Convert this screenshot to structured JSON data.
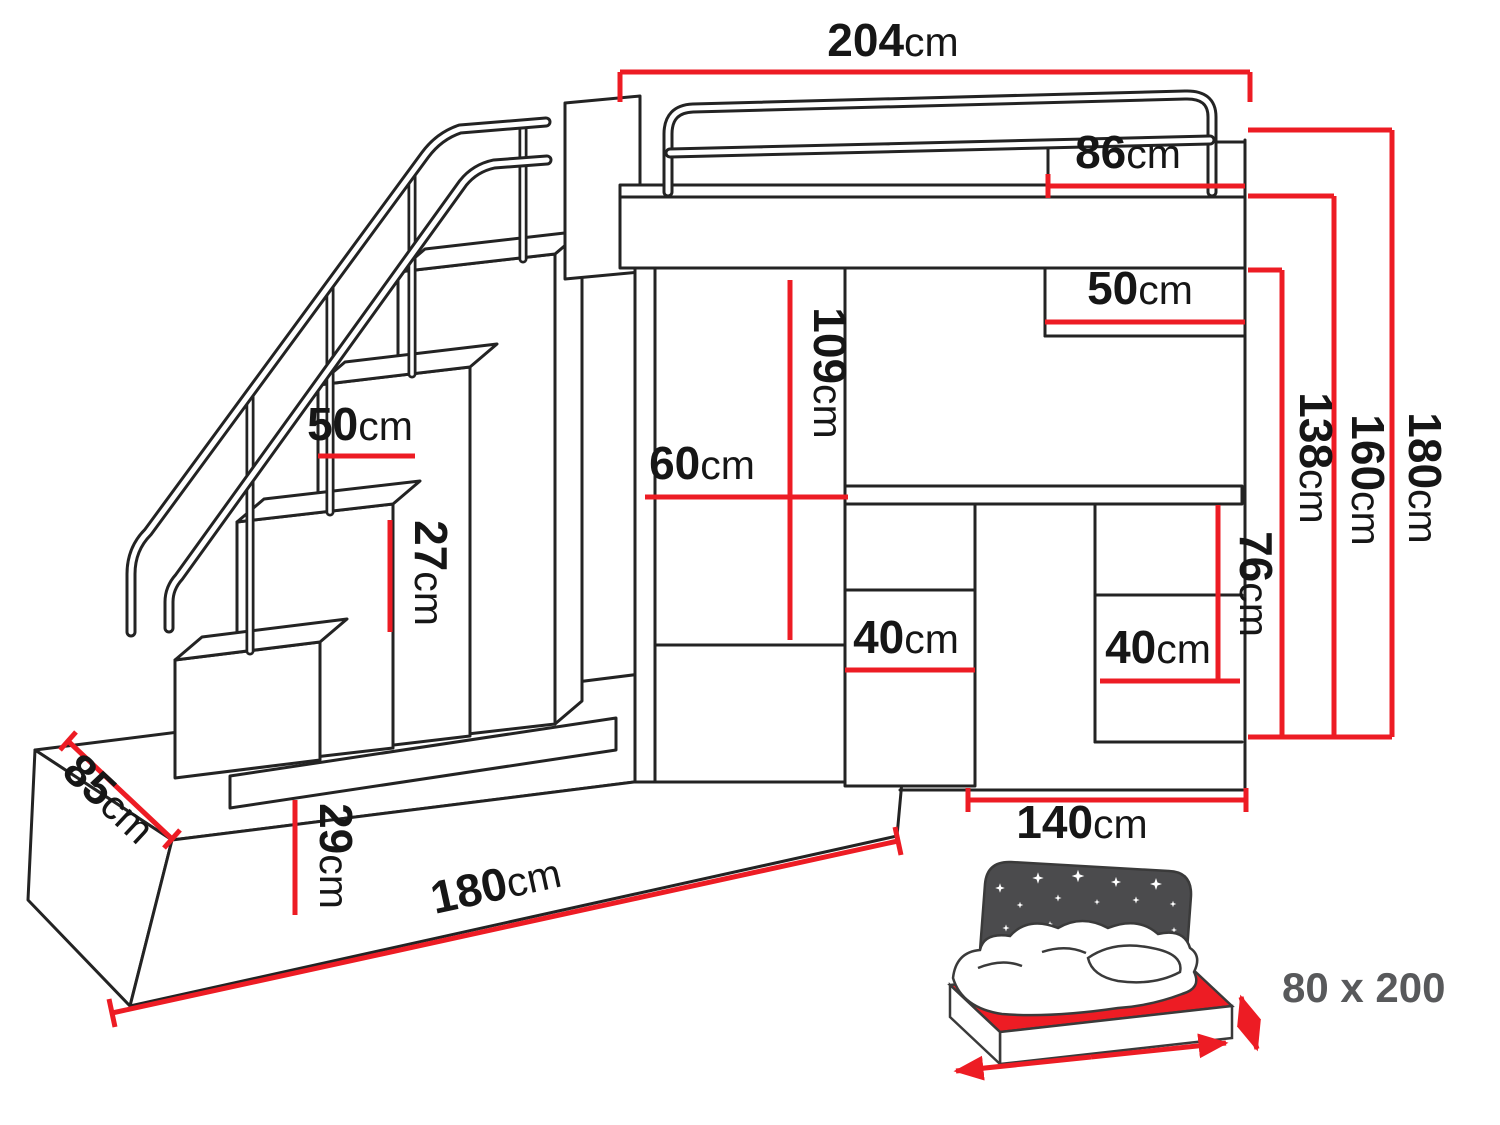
{
  "diagram": {
    "mattress_size_label": "80 x 200"
  },
  "dimensions": {
    "bed_length": {
      "value": "204",
      "unit": "cm"
    },
    "mattress_width": {
      "value": "86",
      "unit": "cm"
    },
    "headboard_shelf_depth": {
      "value": "50",
      "unit": "cm"
    },
    "total_height": {
      "value": "180",
      "unit": "cm"
    },
    "guard_rail_height": {
      "value": "160",
      "unit": "cm"
    },
    "bed_platform_height": {
      "value": "138",
      "unit": "cm"
    },
    "wardrobe_opening_height": {
      "value": "109",
      "unit": "cm"
    },
    "wardrobe_width": {
      "value": "60",
      "unit": "cm"
    },
    "stair_tread_depth": {
      "value": "50",
      "unit": "cm"
    },
    "stair_step_height": {
      "value": "27",
      "unit": "cm"
    },
    "desk_height": {
      "value": "76",
      "unit": "cm"
    },
    "under_desk_drawer_width": {
      "value": "40",
      "unit": "cm"
    },
    "side_cabinet_width": {
      "value": "40",
      "unit": "cm"
    },
    "base_platform_depth": {
      "value": "85",
      "unit": "cm"
    },
    "base_platform_height": {
      "value": "29",
      "unit": "cm"
    },
    "desk_section_width": {
      "value": "140",
      "unit": "cm"
    },
    "base_platform_length": {
      "value": "180",
      "unit": "cm"
    }
  },
  "colors": {
    "dimension_red": "#ed1c24",
    "outline_black": "#232323",
    "headboard_gray": "#4b4b4d",
    "mattress_red": "#ed1c24"
  }
}
